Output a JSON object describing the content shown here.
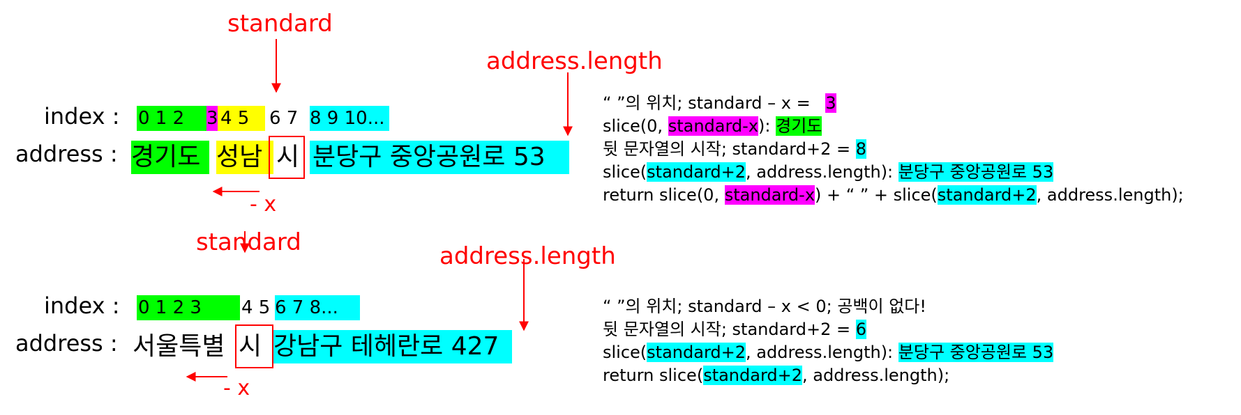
{
  "colors": {
    "accent": "#ff0000",
    "green": "#00ff00",
    "magenta": "#ff00ff",
    "yellow": "#ffff00",
    "cyan": "#00ffff"
  },
  "example1": {
    "standard_label": "standard",
    "length_label": "address.length",
    "index_label": "index :",
    "address_label": "address :",
    "index_segments": [
      "0  1 2",
      "3",
      "4 5",
      "6 7",
      "8 9 10..."
    ],
    "address_segments": [
      "경기도",
      "",
      "성남",
      "시",
      "분당구 중앙공원로 53"
    ],
    "minus_x": "- x",
    "code": {
      "line1": {
        "a": "“ ”의 위치; standard – x = ",
        "b": "3"
      },
      "line2": {
        "a": "slice(0, ",
        "b": "standard-x",
        "c": "): ",
        "d": "경기도"
      },
      "line3": {
        "a": "뒷 문자열의 시작; standard+2 = ",
        "b": "8"
      },
      "line4": {
        "a": "slice(",
        "b": "standard+2",
        "c": ", address.length): ",
        "d": "분당구 중앙공원로 53"
      },
      "line5": {
        "a": "return slice(0, ",
        "b": "standard-x",
        "c": ") + “ ” + slice(",
        "d": "standard+2",
        "e": ", address.length);"
      }
    }
  },
  "example2": {
    "standard_label": "standard",
    "length_label": "address.length",
    "index_label": "index :",
    "address_label": "address :",
    "index_segments": [
      "0  1  2  3",
      "4 5",
      "6  7  8..."
    ],
    "address_segments": [
      "서울특별",
      "시",
      "강남구 테헤란로 427"
    ],
    "minus_x": "- x",
    "code": {
      "line1": {
        "a": "“ ”의 위치; standard – x < 0; 공백이 없다!"
      },
      "line2": {
        "a": "뒷 문자열의 시작; standard+2 = ",
        "b": "6"
      },
      "line3": {
        "a": "slice(",
        "b": "standard+2",
        "c": ", address.length): ",
        "d": "분당구 중앙공원로 53"
      },
      "line4": {
        "a": "return slice(",
        "b": "standard+2",
        "c": ", address.length);"
      }
    }
  }
}
